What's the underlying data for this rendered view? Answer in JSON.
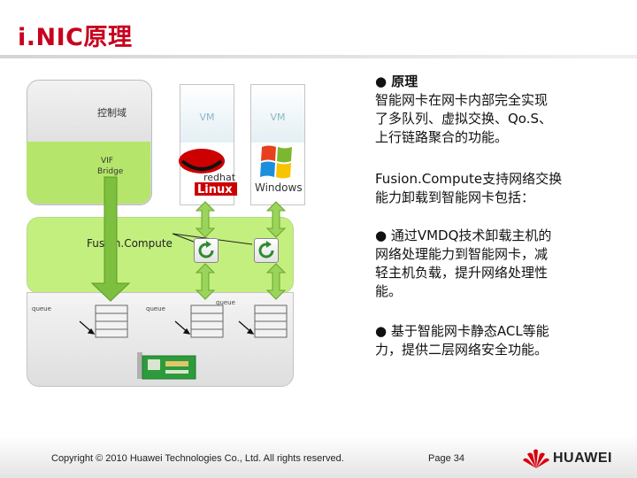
{
  "slide": {
    "title": "i.NIC原理"
  },
  "diagram": {
    "control_domain": "控制域",
    "vif_bridge_line1": "VIF",
    "vif_bridge_line2": "Bridge",
    "vm1_label": "VM",
    "vm2_label": "VM",
    "os1_text": "redhat",
    "os1_name": "Linux",
    "os2_name": "Windows",
    "hypervisor_label": "Fusion.Compute",
    "queue_label": "queue"
  },
  "content": {
    "principle_heading": "● 原理",
    "principle_lines": [
      "智能网卡在网卡内部完全实现",
      "了多队列、虚拟交换、Qo.S、",
      "上行链路聚合的功能。"
    ],
    "offload_lines": [
      "Fusion.Compute支持网络交换",
      "能力卸载到智能网卡包括："
    ],
    "vmdq_lines": [
      "● 通过VMDQ技术卸载主机的",
      "网络处理能力到智能网卡，减",
      "轻主机负载，提升网络处理性",
      "能。"
    ],
    "acl_lines": [
      "● 基于智能网卡静态ACL等能",
      "力，提供二层网络安全功能。"
    ]
  },
  "footer": {
    "copyright": "Copyright © 2010 Huawei Technologies Co., Ltd. All rights reserved.",
    "page": "Page 34",
    "brand": "HUAWEI"
  },
  "colors": {
    "title_red": "#c8001e",
    "green_light": "#c3ef7f",
    "green_arrow": "#7dbf3e",
    "huawei_red": "#d7000f"
  }
}
